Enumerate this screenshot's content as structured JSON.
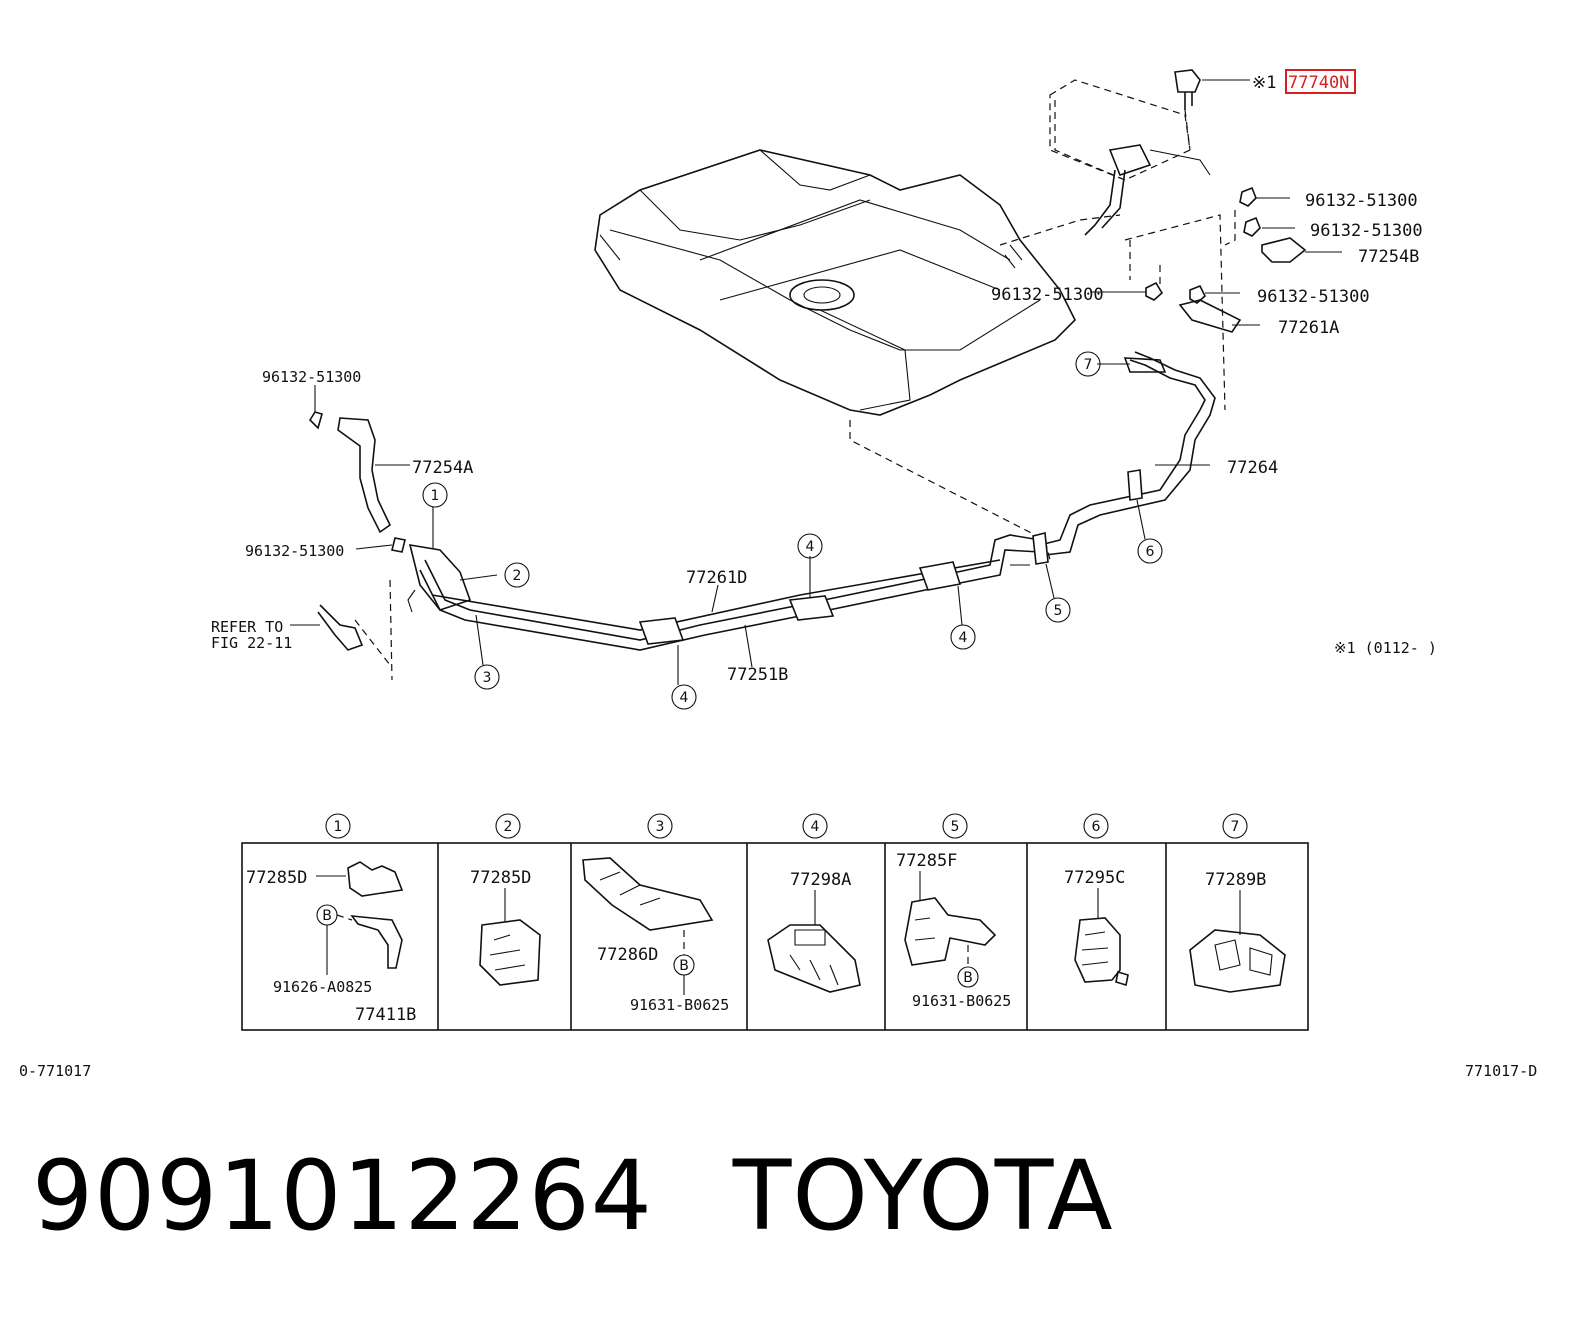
{
  "diagram": {
    "top_labels": {
      "mark_1": "※1",
      "part_77740n": "77740N",
      "clamp_a": "96132-51300",
      "clamp_b": "96132-51300",
      "hose_77254b": "77254B",
      "clamp_c": "96132-51300",
      "clamp_d": "96132-51300",
      "pipe_77261a": "77261A",
      "pipe_77264": "77264",
      "clamp_e": "96132-51300",
      "hose_77254a": "77254A",
      "clamp_f": "96132-51300",
      "refer_line1": "REFER TO",
      "refer_line2": "FIG 22-11",
      "pipe_77261d": "77261D",
      "pipe_77251b": "77251B",
      "note": "※1 (0112-       )"
    },
    "callouts": [
      "1",
      "2",
      "3",
      "4",
      "4",
      "4",
      "5",
      "6",
      "7"
    ],
    "detail_panels": [
      {
        "num": "1",
        "parts": [
          "77285D",
          "B",
          "91626-A0825",
          "77411B"
        ]
      },
      {
        "num": "2",
        "parts": [
          "77285D"
        ]
      },
      {
        "num": "3",
        "parts": [
          "77286D",
          "B",
          "91631-B0625"
        ]
      },
      {
        "num": "4",
        "parts": [
          "77298A"
        ]
      },
      {
        "num": "5",
        "parts": [
          "77285F",
          "B",
          "91631-B0625"
        ]
      },
      {
        "num": "6",
        "parts": [
          "77295C"
        ]
      },
      {
        "num": "7",
        "parts": [
          "77289B"
        ]
      }
    ],
    "code_left": "0-771017",
    "code_right": "771017-D"
  },
  "footer": {
    "part_number": "9091012264",
    "brand": "TOYOTA"
  },
  "colors": {
    "highlight": "#d81e1e",
    "ink": "#111111"
  }
}
